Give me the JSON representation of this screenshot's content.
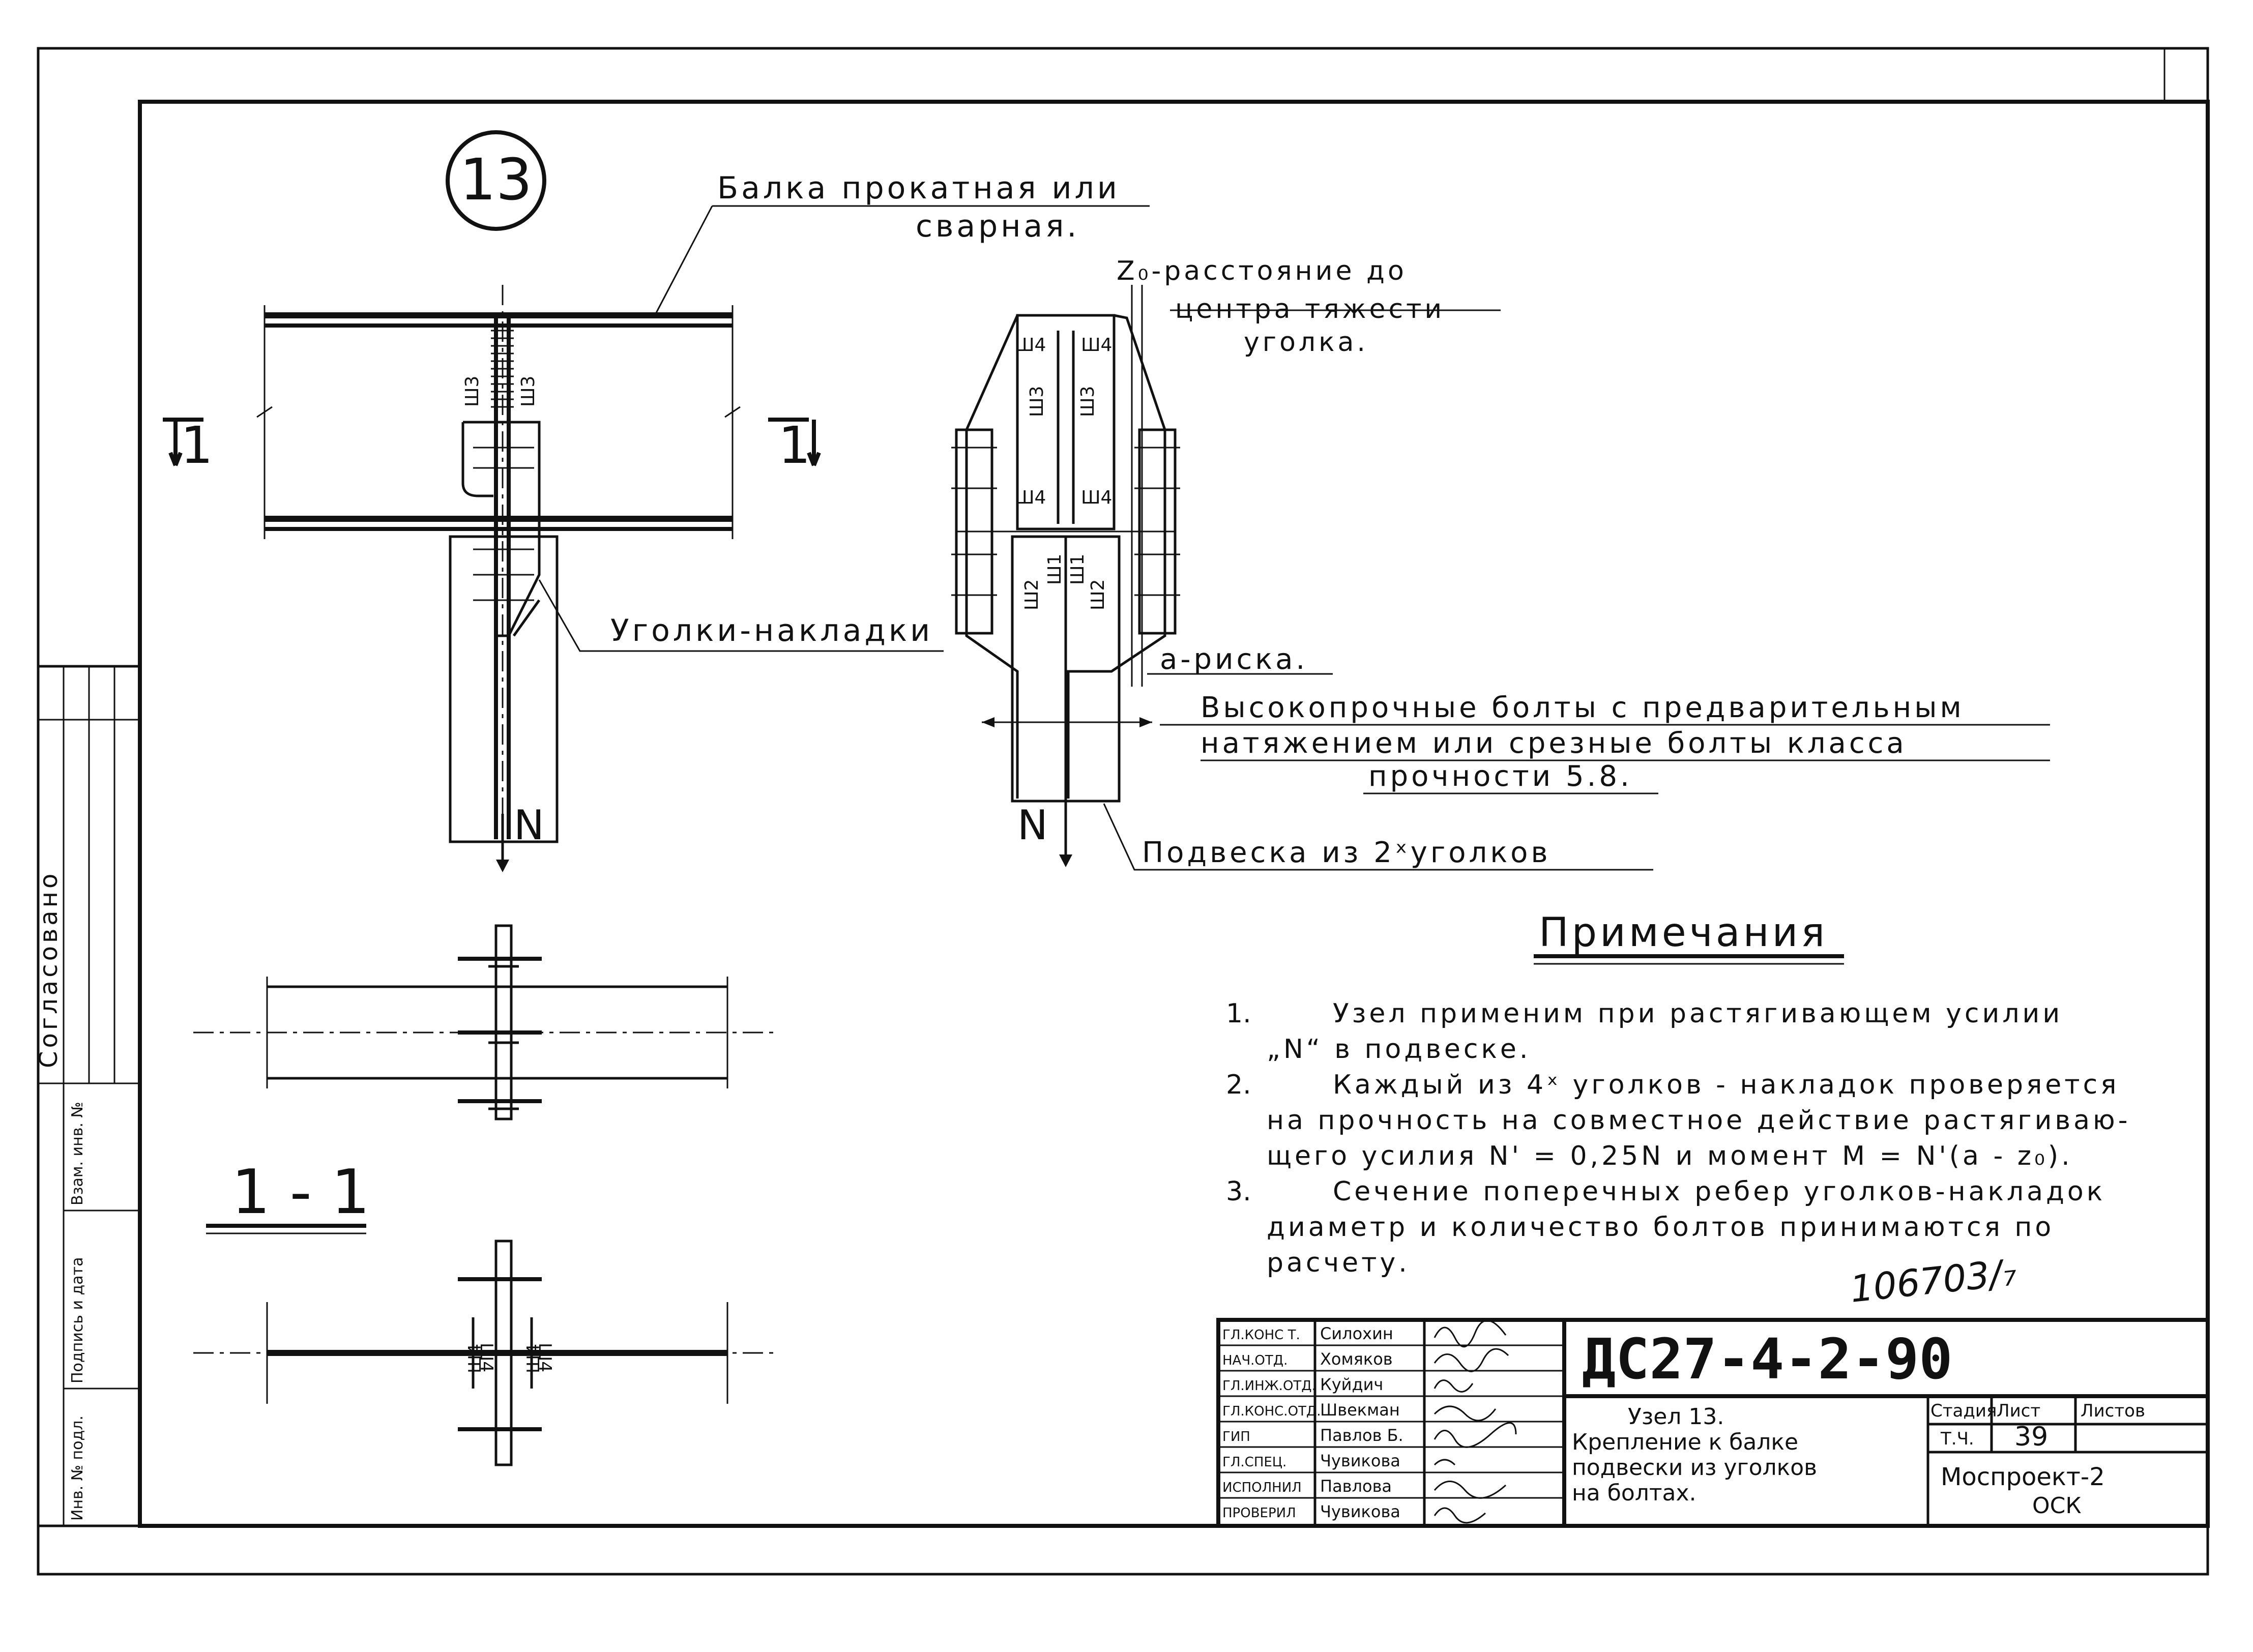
{
  "node": {
    "number": "13"
  },
  "labels": {
    "beam": [
      "Балка прокатная или",
      "сварная."
    ],
    "z0": [
      "Z₀-расстояние до",
      "центра тяжести",
      "уголка."
    ],
    "angles": "Уголки-накладки",
    "a_mark": "a-риска.",
    "bolts": [
      "Высокопрочные болты с предварительным",
      "натяжением или срезные болты класса",
      "прочности 5.8."
    ],
    "hanger": "Подвеска из 2ˣуголков",
    "force_left": "N",
    "force_right": "N",
    "section_mark_left": "1",
    "section_mark_right": "1",
    "section_title": "1 - 1"
  },
  "weld_marks": {
    "w3": "Ш3",
    "w4": "Ш4",
    "w1": "Ш1",
    "w2": "Ш2"
  },
  "notes": {
    "heading": "Примечания",
    "items": [
      {
        "num": "1.",
        "lines": [
          "Узел применим при растягивающем усилии",
          "„N“ в подвеске."
        ]
      },
      {
        "num": "2.",
        "lines": [
          "Каждый из 4ˣ уголков - накладок проверяется",
          "на прочность на совместное действие растягиваю-",
          "щего усилия N' = 0,25N и момент M = N'(a - z₀)."
        ]
      },
      {
        "num": "3.",
        "lines": [
          "Сечение поперечных ребер уголков-накладок",
          "диаметр и количество болтов принимаются по",
          "расчету."
        ]
      }
    ]
  },
  "inventory_number": "106703/₇",
  "side_stamp": {
    "agreed": "Согласовано",
    "cells": [
      "Взам. инв. №",
      "Подпись и дата",
      "Инв. № подл."
    ]
  },
  "title_block": {
    "code": "ДС27-4-2-90",
    "description": [
      "Узел 13.",
      "Крепление к балке",
      "подвески из уголков",
      "на болтах."
    ],
    "stage_label": "Стадия",
    "sheet_label": "Лист",
    "sheets_label": "Листов",
    "stage": "Т.Ч.",
    "sheet": "39",
    "organization": [
      "Моспроект-2",
      "ОСК"
    ],
    "staff": [
      {
        "role": "ГЛ.КОНС Т.",
        "name": "Силохин"
      },
      {
        "role": "НАЧ.ОТД.",
        "name": "Хомяков"
      },
      {
        "role": "ГЛ.ИНЖ.ОТД.",
        "name": "Куйдич"
      },
      {
        "role": "ГЛ.КОНС.ОТД.",
        "name": "Швекман"
      },
      {
        "role": "ГИП",
        "name": "Павлов Б."
      },
      {
        "role": "ГЛ.СПЕЦ.",
        "name": "Чувикова"
      },
      {
        "role": "ИСПОЛНИЛ",
        "name": "Павлова"
      },
      {
        "role": "ПРОВЕРИЛ",
        "name": "Чувикова"
      }
    ]
  }
}
